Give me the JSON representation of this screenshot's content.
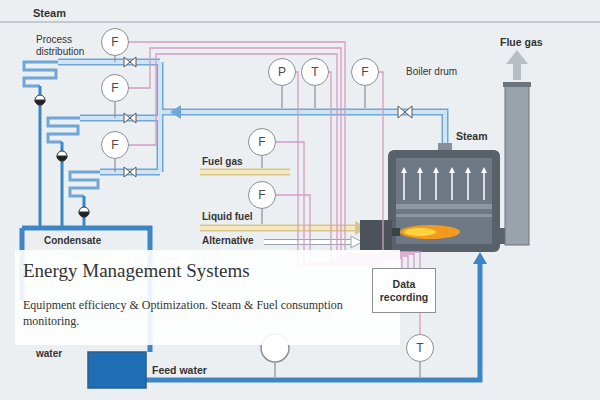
{
  "diagram": {
    "title": "Energy Management Systems",
    "caption": "Equipment efficiency & Optimization. Steam & Fuel consumption monitoring.",
    "nodes": [
      {
        "text": [
          "F"
        ]
      },
      {
        "text": [
          "P"
        ]
      },
      {
        "text": [
          "T"
        ]
      },
      {
        "text": [
          "F"
        ]
      },
      {
        "text": [
          "F"
        ]
      },
      {
        "text": [
          "F"
        ]
      },
      {
        "text": [
          "F"
        ]
      },
      {
        "text": [
          "F"
        ]
      },
      {
        "text": [
          "Data recording"
        ]
      },
      {
        "text": [
          "T"
        ]
      }
    ],
    "edges": [
      {
        "from": 0,
        "to": 8,
        "arrow": "none"
      },
      {
        "from": 1,
        "to": 8,
        "arrow": "none"
      },
      {
        "from": 2,
        "to": 8,
        "arrow": "none"
      },
      {
        "from": 3,
        "to": 8,
        "arrow": "none"
      },
      {
        "from": 4,
        "to": 8,
        "arrow": "none"
      },
      {
        "from": 5,
        "to": 8,
        "arrow": "none"
      },
      {
        "from": 6,
        "to": 8,
        "arrow": "none"
      },
      {
        "from": 7,
        "to": 8,
        "arrow": "none"
      },
      {
        "from": 9,
        "to": 8,
        "arrow": "none"
      }
    ],
    "labels": [
      "Steam",
      "Process distribution",
      "Boiler drum",
      "Steam",
      "Flue gas",
      "Fuel gas",
      "Liquid fuel",
      "Alternative",
      "Condensate",
      "water",
      "Feed water"
    ]
  }
}
